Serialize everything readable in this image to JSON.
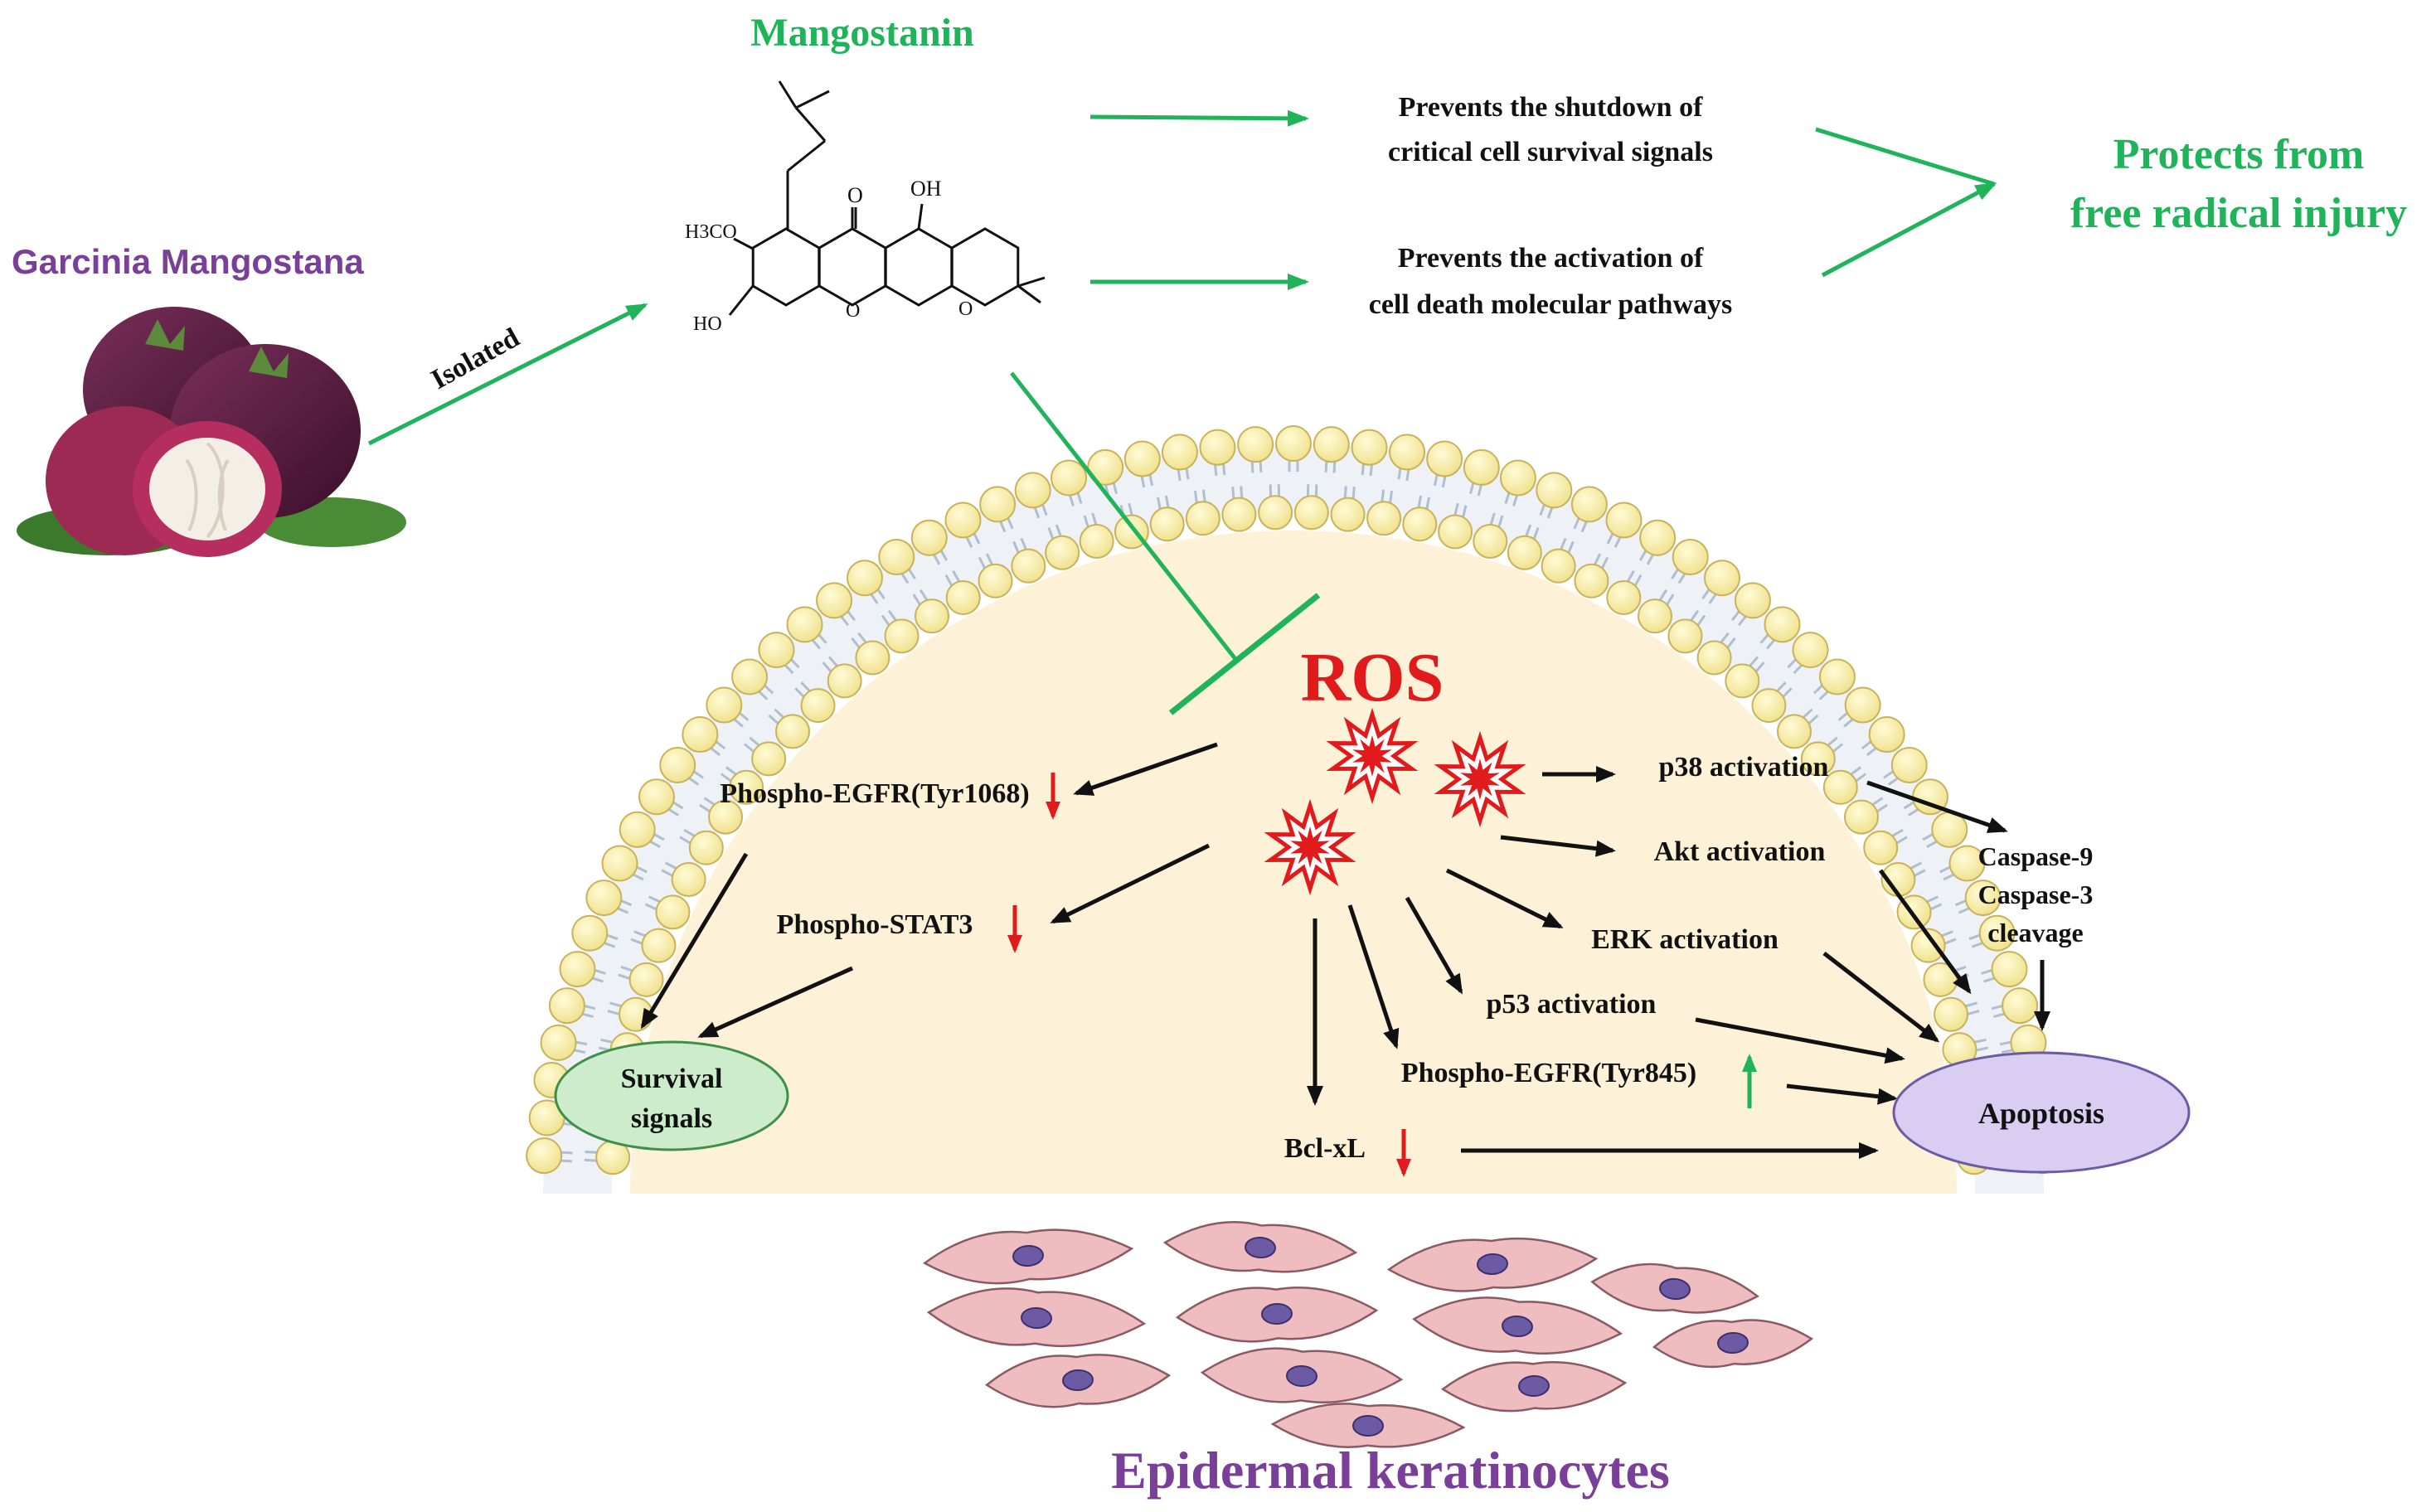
{
  "colors": {
    "green": "#1fb45a",
    "purple": "#7a3f98",
    "red": "#e11b1b",
    "black": "#111111",
    "cell_fill": "#fdf1d8",
    "bead_fill": "#f8eea2",
    "bead_stroke": "#c9b25b",
    "tail": "#aebfd0",
    "survival_fill": "#cdeccc",
    "apoptosis_fill": "#d9cdf1",
    "keratinocyte": "#efbcc0",
    "nucleus": "#6d5aa5"
  },
  "labels": {
    "source": "Garcinia Mangostana",
    "isolated": "Isolated",
    "compound": "Mangostanin",
    "effect1_line1": "Prevents the shutdown of",
    "effect1_line2": "critical cell survival signals",
    "effect2_line1": "Prevents the activation of",
    "effect2_line2": "cell death molecular pathways",
    "outcome_line1": "Protects from",
    "outcome_line2": "free radical injury",
    "ros": "ROS",
    "egfr1068": "Phospho-EGFR(Tyr1068)",
    "stat3": "Phospho-STAT3",
    "p38": "p38 activation",
    "akt": "Akt activation",
    "erk": "ERK activation",
    "p53": "p53 activation",
    "egfr845": "Phospho-EGFR(Tyr845)",
    "bclxl": "Bcl-xL",
    "caspase_line1": "Caspase-9",
    "caspase_line2": "Caspase-3",
    "caspase_line3": "cleavage",
    "survival_line1": "Survival",
    "survival_line2": "signals",
    "apoptosis": "Apoptosis",
    "keratinocytes": "Epidermal keratinocytes"
  },
  "molecule": {
    "oh_top": "OH",
    "o_ketone": "O",
    "meo": "H3CO",
    "ho": "HO",
    "o_ring1": "O",
    "o_ring2": "O"
  },
  "icons": {
    "fruit": "mangosteen-fruit-icon",
    "ros_burst": "ros-burst-icon",
    "up": "up-arrow-icon",
    "down": "down-arrow-icon"
  }
}
